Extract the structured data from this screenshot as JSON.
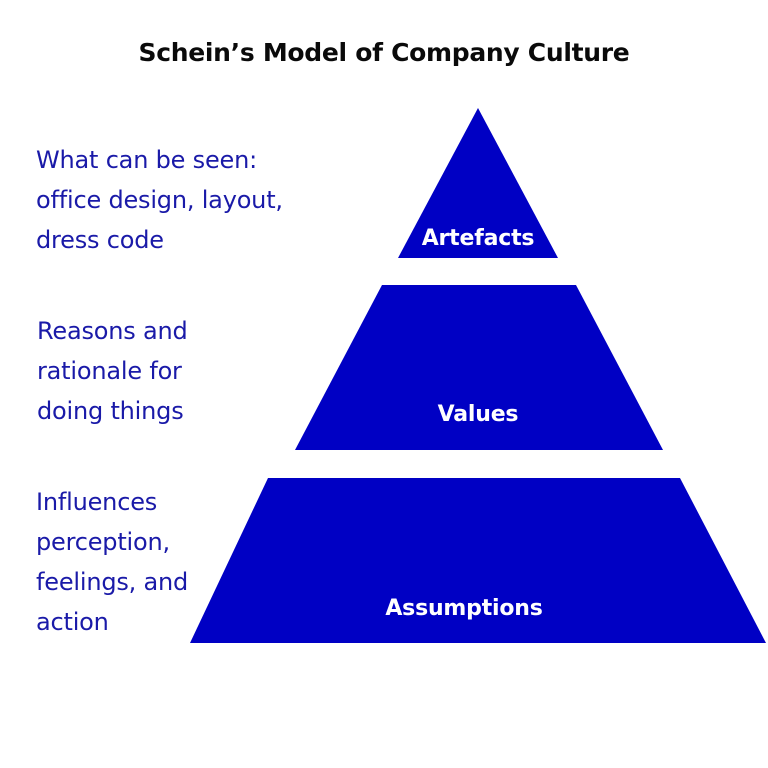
{
  "title": "Schein’s Model of Company Culture",
  "colors": {
    "accent": "#0000C4",
    "description_text": "#1a1aa8",
    "title_text": "#0a0a0a",
    "background": "#ffffff"
  },
  "levels": [
    {
      "label": "Artefacts",
      "shape": "triangle",
      "description": "What can be seen:\noffice design, layout,\ndress code"
    },
    {
      "label": "Values",
      "shape": "trapezoid",
      "description": "Reasons and\nrationale for\ndoing things"
    },
    {
      "label": "Assumptions",
      "shape": "trapezoid",
      "description": "Influences\nperception,\nfeelings, and\naction"
    }
  ]
}
